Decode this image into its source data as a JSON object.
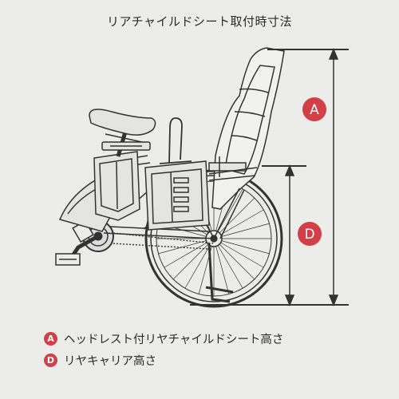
{
  "title": "リアチャイルドシート取付時寸法",
  "markers": {
    "a": "A",
    "d": "D"
  },
  "legend": [
    {
      "key": "A",
      "label": "ヘッドレスト付リヤチャイルドシート高さ"
    },
    {
      "key": "D",
      "label": "リヤキャリア高さ"
    }
  ],
  "colors": {
    "background": "#ececea",
    "line": "#333333",
    "badge": "#d23f47"
  }
}
